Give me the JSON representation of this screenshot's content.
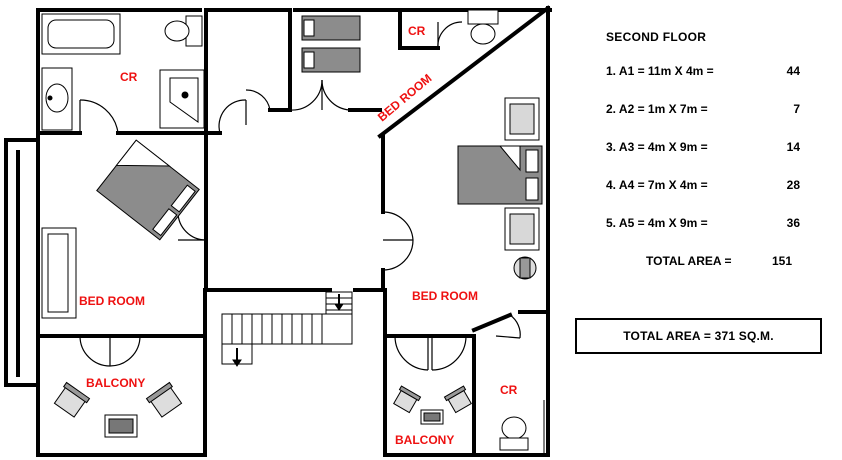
{
  "rooms": {
    "cr_top_left": "CR",
    "cr_top_middle": "CR",
    "cr_bottom_right": "CR",
    "bedroom_left": "BED ROOM",
    "bedroom_diagonal": "BED ROOM",
    "bedroom_right": "BED ROOM",
    "balcony_left": "BALCONY",
    "balcony_right": "BALCONY"
  },
  "legend": {
    "title": "SECOND FLOOR",
    "rows": [
      {
        "equation": "1. A1 = 11m X 4m    =",
        "value": "44"
      },
      {
        "equation": "2. A2 = 1m X 7m      =",
        "value": "7"
      },
      {
        "equation": "3. A3 = 4m X 9m      =",
        "value": "14"
      },
      {
        "equation": "4. A4 = 7m X 4m      =",
        "value": "28"
      },
      {
        "equation": "5. A5 = 4m X 9m      =",
        "value": "36"
      }
    ],
    "total_label": "TOTAL AREA =",
    "total_value": "151"
  },
  "total_box": "TOTAL AREA = 371 SQ.M."
}
